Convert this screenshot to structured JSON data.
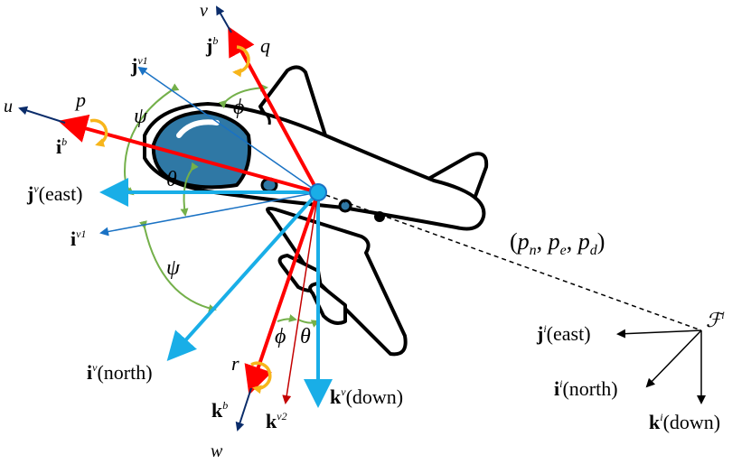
{
  "colors": {
    "body_vector": "#ff0000",
    "vehicle_frame": "#19aee7",
    "intermediate_frame": "#1a72c4",
    "vehicle2_frame": "#c40000",
    "velocity": "#0a2c6a",
    "rotation": "#f7b51b",
    "angle_arc": "#74b04a",
    "cockpit": "#2f78a5",
    "outline": "#000000"
  },
  "labels": {
    "u": "u",
    "v": "v",
    "w": "w",
    "p": "p",
    "q": "q",
    "r": "r",
    "psi": "ψ",
    "phi": "ϕ",
    "theta": "θ",
    "ib": {
      "base": "i",
      "sup": "b"
    },
    "jb": {
      "base": "j",
      "sup": "b"
    },
    "kb": {
      "base": "k",
      "sup": "b"
    },
    "jv1": {
      "base": "j",
      "sup": "v1"
    },
    "iv1": {
      "base": "i",
      "sup": "v1"
    },
    "kv2": {
      "base": "k",
      "sup": "v2"
    },
    "jv": {
      "base": "j",
      "sup": "v",
      "tail": "(east)"
    },
    "iv": {
      "base": "i",
      "sup": "v",
      "tail": "(north)"
    },
    "kv": {
      "base": "k",
      "sup": "v",
      "tail": "(down)"
    },
    "ji": {
      "base": "j",
      "sup": "i",
      "tail": "(east)"
    },
    "ii": {
      "base": "i",
      "sup": "i",
      "tail": "(north)"
    },
    "ki": {
      "base": "k",
      "sup": "i",
      "tail": "(down)"
    },
    "Fi": {
      "base": "ℱ",
      "sup": "i"
    },
    "position": {
      "open": "(",
      "pn": "p",
      "pn_sub": "n",
      "sep1": ", ",
      "pe": "p",
      "pe_sub": "e",
      "sep2": ", ",
      "pd": "p",
      "pd_sub": "d",
      "close": ")"
    }
  }
}
